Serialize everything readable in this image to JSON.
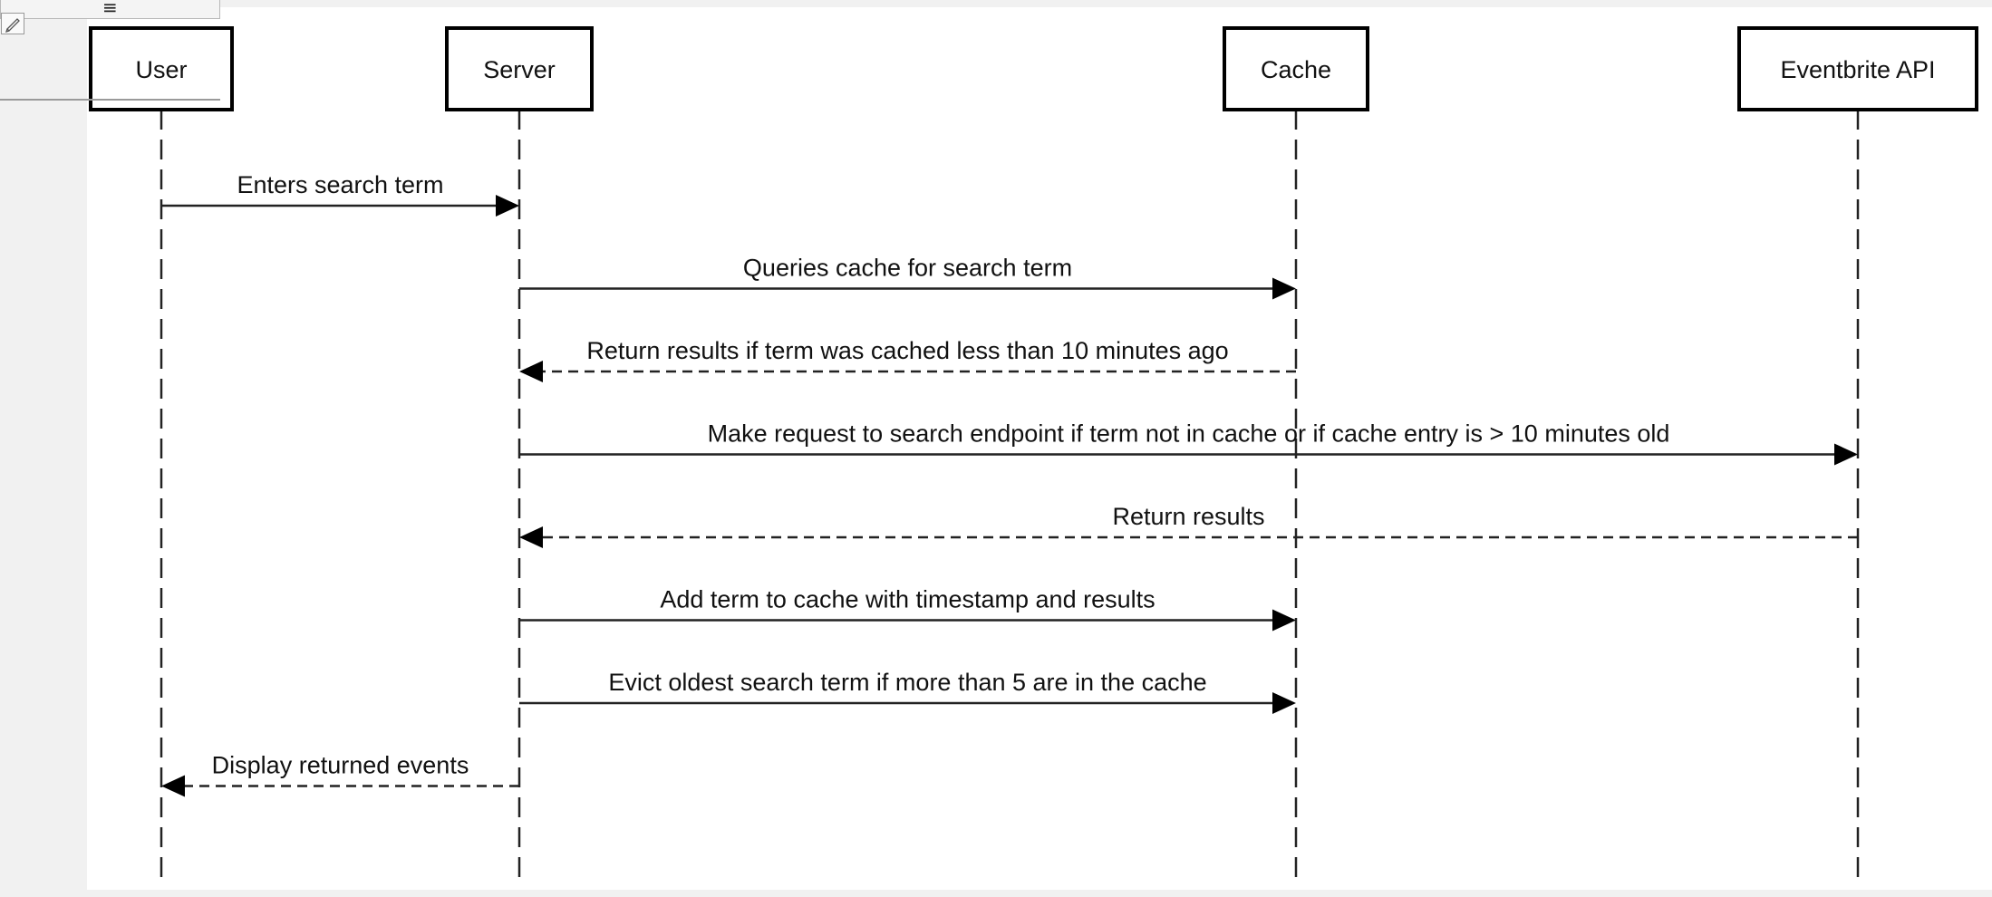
{
  "toolbar": {
    "menu_icon": "menu-icon",
    "edit_icon": "pencil-edit-icon"
  },
  "diagram": {
    "type": "sequence",
    "actors": [
      "User",
      "Server",
      "Cache",
      "Eventbrite API"
    ],
    "messages": [
      {
        "from": "User",
        "to": "Server",
        "label": "Enters search term",
        "style": "solid"
      },
      {
        "from": "Server",
        "to": "Cache",
        "label": "Queries cache for search term",
        "style": "solid"
      },
      {
        "from": "Cache",
        "to": "Server",
        "label": "Return results if term was cached less than 10 minutes ago",
        "style": "dashed"
      },
      {
        "from": "Server",
        "to": "Eventbrite API",
        "label": "Make request to search endpoint if term not in cache or if cache entry is > 10 minutes old",
        "style": "solid"
      },
      {
        "from": "Eventbrite API",
        "to": "Server",
        "label": "Return results",
        "style": "dashed"
      },
      {
        "from": "Server",
        "to": "Cache",
        "label": "Add term to cache with timestamp and results",
        "style": "solid"
      },
      {
        "from": "Server",
        "to": "Cache",
        "label": "Evict oldest search term if more than 5 are in the cache",
        "style": "solid"
      },
      {
        "from": "Server",
        "to": "User",
        "label": "Display returned events",
        "style": "dashed"
      }
    ]
  }
}
